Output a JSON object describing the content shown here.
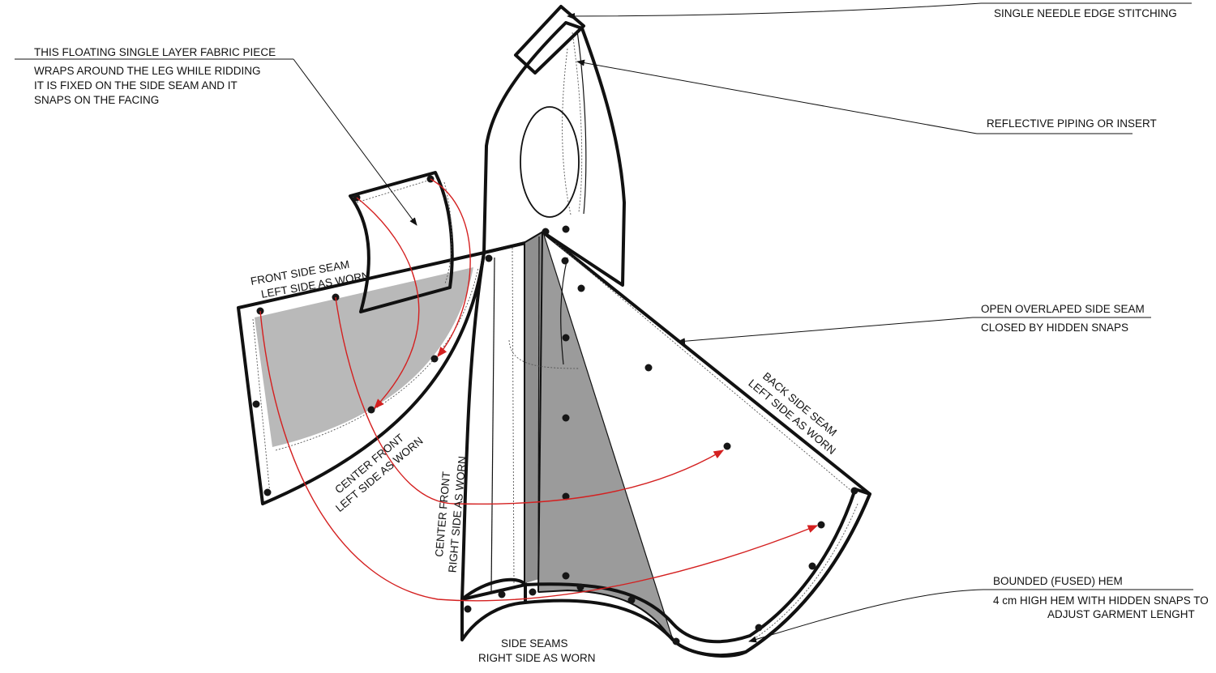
{
  "callouts": {
    "edge_stitching": "SINGLE NEEDLE EDGE STITCHING",
    "floating_piece": [
      "THIS FLOATING SINGLE LAYER FABRIC PIECE",
      "WRAPS AROUND THE LEG WHILE RIDDING",
      "IT IS FIXED ON THE SIDE SEAM AND IT",
      "SNAPS ON THE FACING"
    ],
    "reflective": "REFLECTIVE PIPING OR INSERT",
    "side_seam": [
      "OPEN OVERLAPED SIDE SEAM",
      "CLOSED BY HIDDEN SNAPS"
    ],
    "hem": [
      "BOUNDED (FUSED) HEM",
      "4 cm HIGH HEM WITH HIDDEN SNAPS TO",
      "ADJUST GARMENT LENGHT"
    ]
  },
  "panel_labels": {
    "front_side_seam": [
      "FRONT SIDE SEAM",
      "LEFT SIDE AS WORN"
    ],
    "center_front_left": [
      "CENTER FRONT",
      "LEFT SIDE AS WORN"
    ],
    "center_front_right": [
      "CENTER FRONT",
      "RIGHT SIDE AS WORN"
    ],
    "back_side_seam": [
      "BACK SIDE SEAM",
      "LEFT SIDE AS WORN"
    ],
    "side_seams": [
      "SIDE SEAMS",
      "RIGHT SIDE AS WORN"
    ]
  },
  "colors": {
    "panel_fill": "#b9b9b9",
    "panel_dark": "#9e9e9e",
    "outline": "#111111",
    "snap_arrow": "#d42020"
  }
}
